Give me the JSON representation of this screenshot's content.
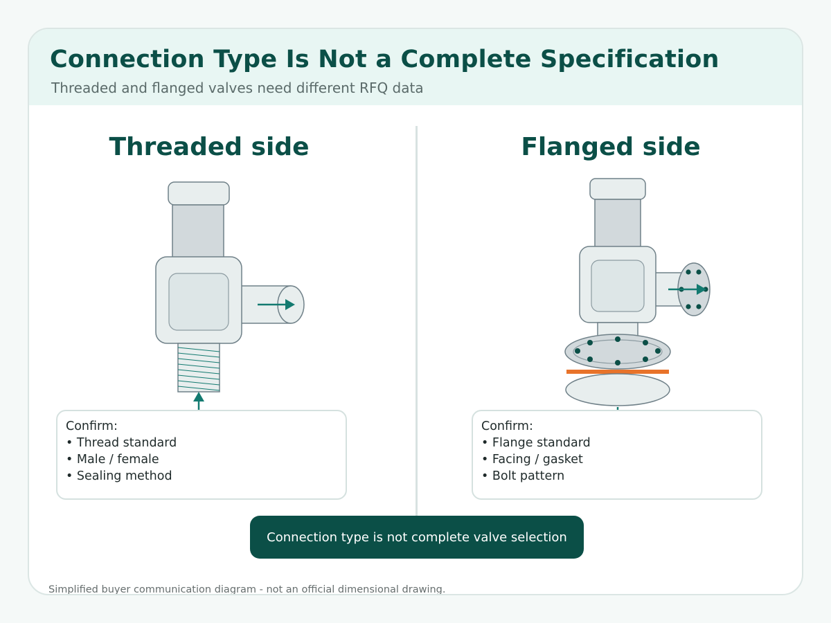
{
  "header": {
    "title": "Connection Type Is Not a Complete Specification",
    "subtitle": "Threaded and flanged valves need different RFQ data"
  },
  "left": {
    "title": "Threaded side",
    "confirm_label": "Confirm:",
    "items": [
      "Thread standard",
      "Male / female",
      "Sealing method"
    ]
  },
  "right": {
    "title": "Flanged side",
    "confirm_label": "Confirm:",
    "items": [
      "Flange standard",
      "Facing / gasket",
      "Bolt pattern"
    ]
  },
  "callout": "Connection type is not complete valve selection",
  "footnote": "Simplified buyer communication diagram - not an official dimensional drawing.",
  "colors": {
    "primary": "#0b4f47",
    "accent": "#137a70",
    "gasket": "#e8732a",
    "metal": "#e8eeee",
    "metal_dark": "#d2d9dc",
    "outline": "#6f8088"
  }
}
